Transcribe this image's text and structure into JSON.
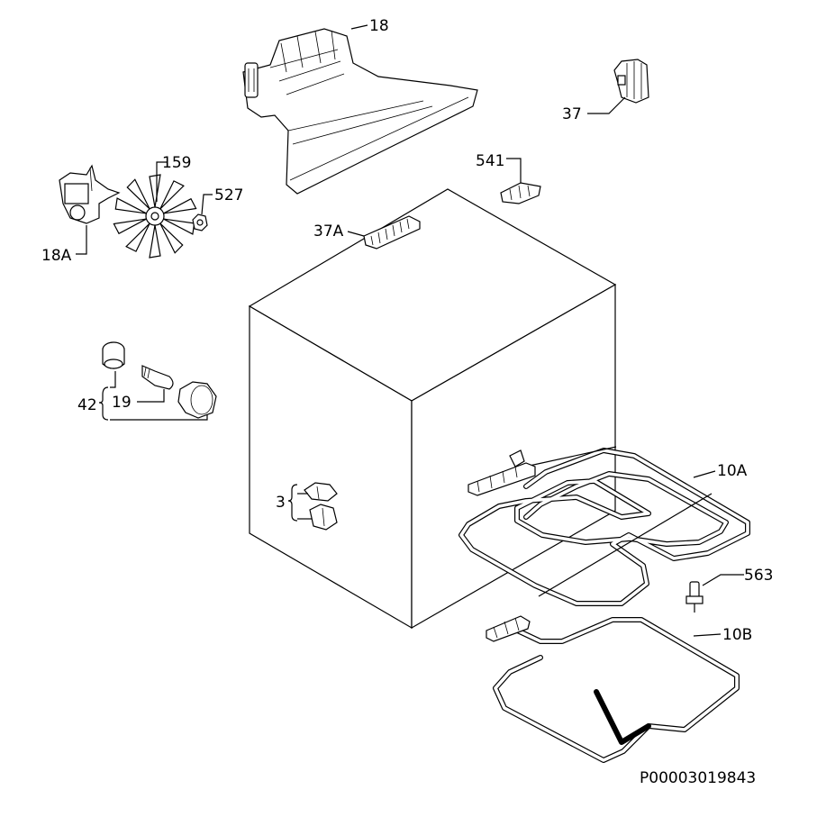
{
  "labels": {
    "p18": "18",
    "p37": "37",
    "p541": "541",
    "p159": "159",
    "p527": "527",
    "p18a": "18A",
    "p37a": "37A",
    "p42": "42",
    "p19": "19",
    "p3": "3",
    "p10a": "10A",
    "p563": "563",
    "p10b": "10B"
  },
  "drawing_code": "P00003019843"
}
